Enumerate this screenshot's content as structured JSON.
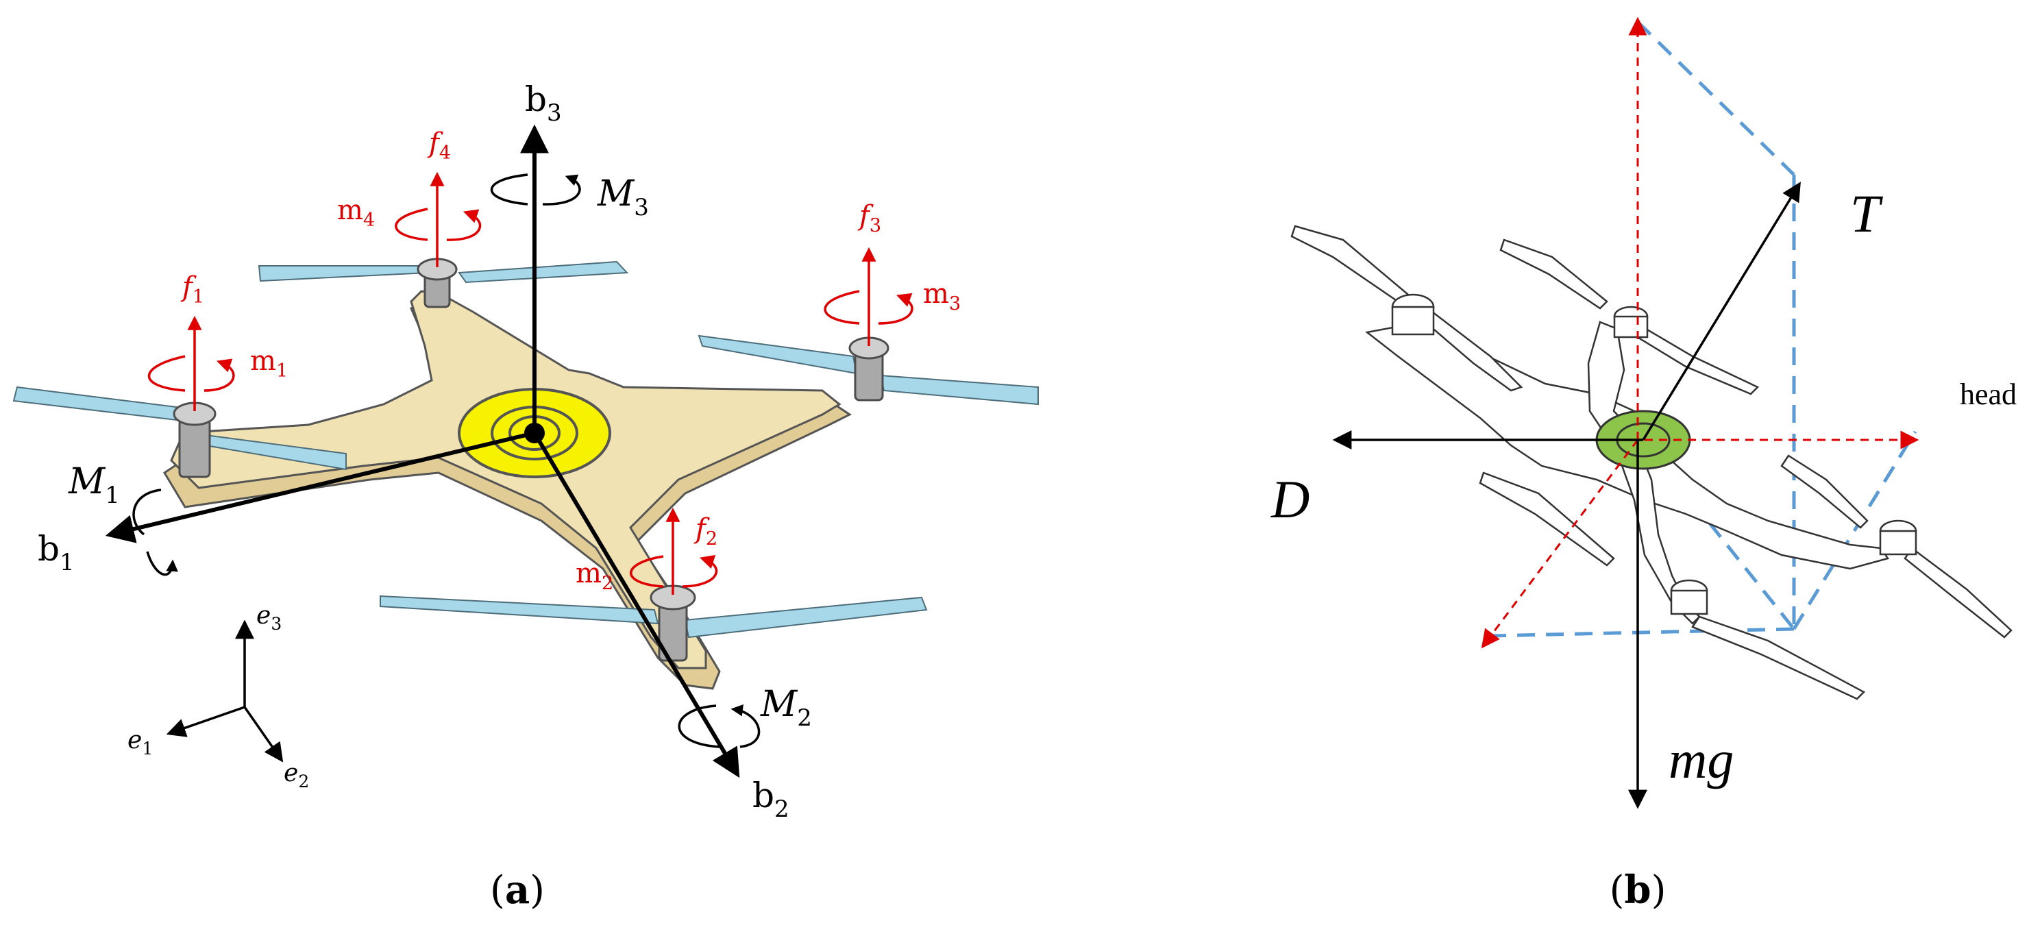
{
  "panel_a": {
    "caption": "(a)",
    "caption_bold": "a",
    "body_axes": [
      {
        "base": "b",
        "sub": "1"
      },
      {
        "base": "b",
        "sub": "2"
      },
      {
        "base": "b",
        "sub": "3"
      }
    ],
    "moments": [
      {
        "base": "M",
        "sub": "1"
      },
      {
        "base": "M",
        "sub": "2"
      },
      {
        "base": "M",
        "sub": "3"
      }
    ],
    "forces": [
      {
        "base": "f",
        "sub": "1"
      },
      {
        "base": "f",
        "sub": "2"
      },
      {
        "base": "f",
        "sub": "3"
      },
      {
        "base": "f",
        "sub": "4"
      }
    ],
    "rotor_moments": [
      {
        "base": "m",
        "sub": "1"
      },
      {
        "base": "m",
        "sub": "2"
      },
      {
        "base": "m",
        "sub": "3"
      },
      {
        "base": "m",
        "sub": "4"
      }
    ],
    "inertial_axes": [
      {
        "base": "e",
        "sub": "1"
      },
      {
        "base": "e",
        "sub": "2"
      },
      {
        "base": "e",
        "sub": "3"
      }
    ]
  },
  "panel_b": {
    "caption": "(b)",
    "caption_bold": "b",
    "thrust": "T",
    "drag": "D",
    "weight": "mg",
    "heading": "head"
  },
  "colors": {
    "frame_fill": "#f1e2b3",
    "blade_fill": "#a7d8ea",
    "hub_fill": "#f7f300",
    "green_hub": "#8cc54a",
    "force_red": "#e00000",
    "dash_blue": "#5b9bd5"
  }
}
